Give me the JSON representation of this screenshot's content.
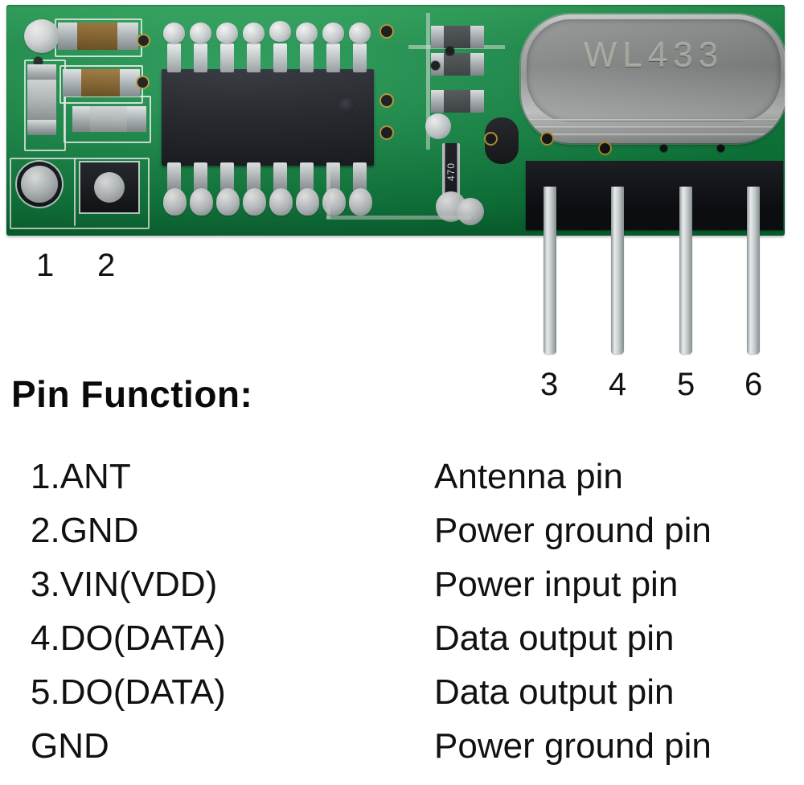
{
  "board": {
    "crystal_label": "WL433",
    "resistor_label": "470",
    "colors": {
      "pcb_green": "#108a43",
      "ic_black": "#14161c",
      "solder_silver": "#c9cfd1",
      "header_black": "#0c0d11",
      "text_black": "#111111",
      "background": "#ffffff"
    }
  },
  "board_labels": {
    "left": [
      {
        "number": "1"
      },
      {
        "number": "2"
      }
    ],
    "header": [
      {
        "number": "3"
      },
      {
        "number": "4"
      },
      {
        "number": "5"
      },
      {
        "number": "6"
      }
    ]
  },
  "pin_function": {
    "title": "Pin Function:",
    "rows": [
      {
        "name": "1.ANT",
        "description": "Antenna pin"
      },
      {
        "name": "2.GND",
        "description": "Power ground pin"
      },
      {
        "name": "3.VIN(VDD)",
        "description": "Power input pin"
      },
      {
        "name": "4.DO(DATA)",
        "description": "Data output pin"
      },
      {
        "name": "5.DO(DATA)",
        "description": "Data output pin"
      },
      {
        "name": "GND",
        "description": "Power ground pin"
      }
    ]
  }
}
